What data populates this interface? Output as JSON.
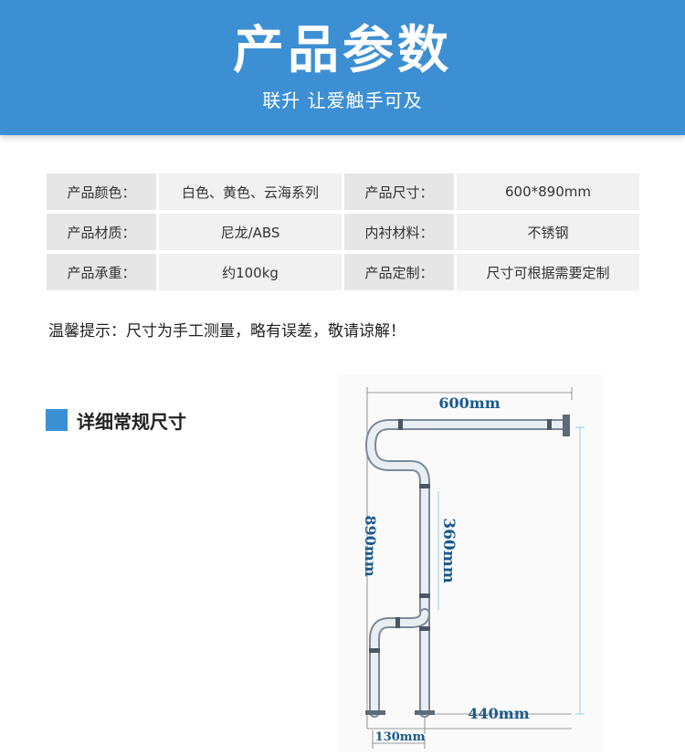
{
  "header": {
    "title": "产品参数",
    "subtitle": "联升 让爱触手可及"
  },
  "specs": [
    {
      "label1": "产品颜色：",
      "value1": "白色、黄色、云海系列",
      "label2": "产品尺寸：",
      "value2": "600*890mm"
    },
    {
      "label1": "产品材质：",
      "value1": "尼龙/ABS",
      "label2": "内衬材料：",
      "value2": "不锈钢"
    },
    {
      "label1": "产品承重：",
      "value1": "约100kg",
      "label2": "产品定制：",
      "value2": "尺寸可根据需要定制"
    }
  ],
  "tip": "温馨提示：尺寸为手工测量，略有误差，敬请谅解！",
  "section": {
    "title": "详细常规尺寸"
  },
  "drawing": {
    "dim_width": "600mm",
    "dim_height": "890mm",
    "dim_mid": "360mm",
    "dim_base": "440mm",
    "dim_foot": "130mm"
  },
  "colors": {
    "brand": "#3d8fd3",
    "dimension": "#1a5a8c"
  }
}
